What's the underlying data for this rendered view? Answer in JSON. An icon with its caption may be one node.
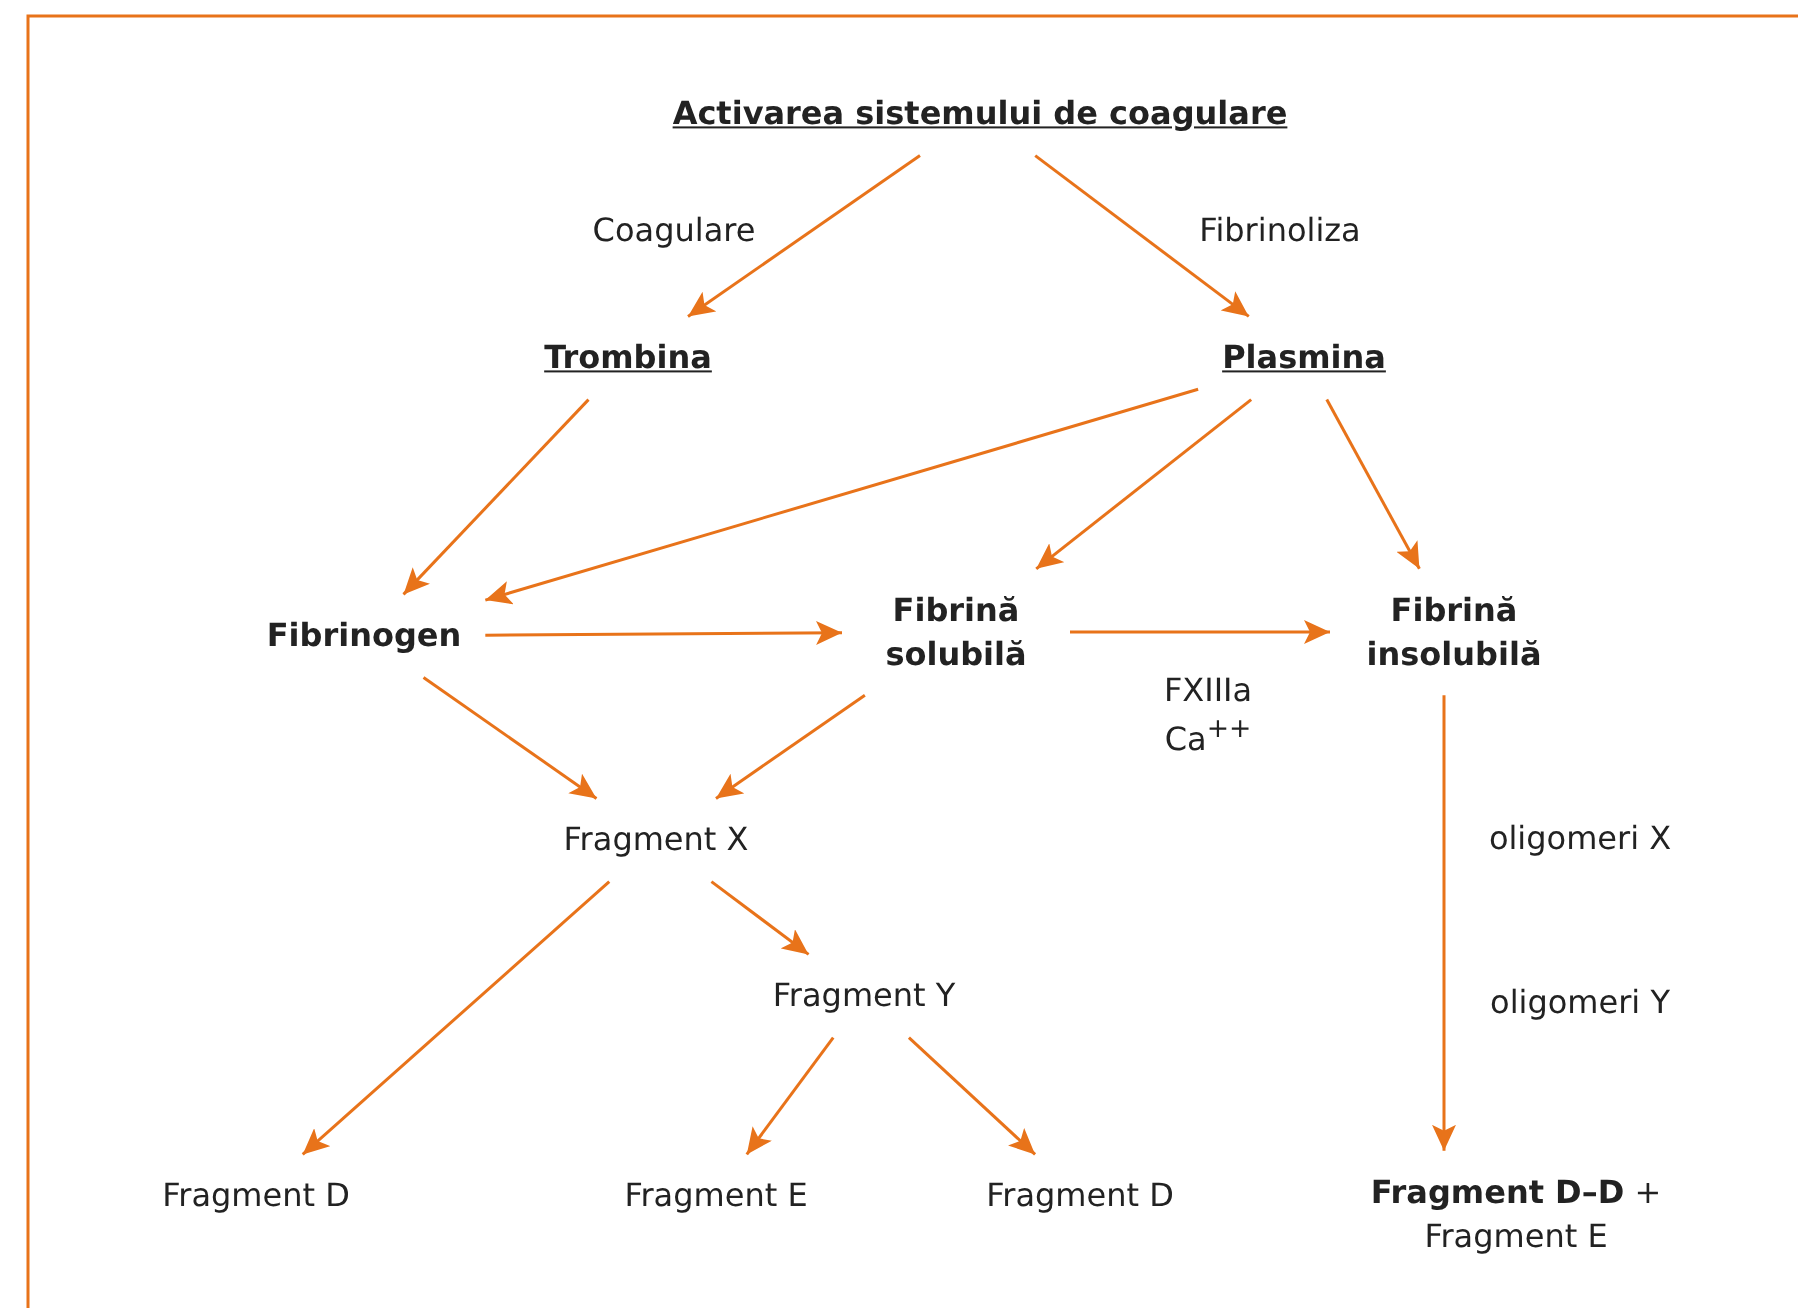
{
  "diagram": {
    "nodes": [
      {
        "text": [
          "Activarea sistemului de coagulare"
        ]
      },
      {
        "text": [
          "Trombina"
        ]
      },
      {
        "text": [
          "Plasmina"
        ]
      },
      {
        "text": [
          "Fibrinogen"
        ]
      },
      {
        "text": [
          "Fibrină solubilă"
        ]
      },
      {
        "text": [
          "Fibrină insolubilă"
        ]
      },
      {
        "text": [
          "Fragment X"
        ]
      },
      {
        "text": [
          "Fragment Y"
        ]
      },
      {
        "text": [
          "Fragment D"
        ]
      },
      {
        "text": [
          "Fragment E"
        ]
      },
      {
        "text": [
          "Fragment D"
        ]
      },
      {
        "text": [
          "**Fragment D–D** + Fragment E"
        ]
      }
    ],
    "edges": [
      {
        "from": 0,
        "to": 1,
        "arrow": "to",
        "label": "Coagulare"
      },
      {
        "from": 0,
        "to": 2,
        "arrow": "to",
        "label": "Fibrinoliza"
      },
      {
        "from": 1,
        "to": 3,
        "arrow": "to"
      },
      {
        "from": 2,
        "to": 3,
        "arrow": "to"
      },
      {
        "from": 2,
        "to": 4,
        "arrow": "to"
      },
      {
        "from": 2,
        "to": 5,
        "arrow": "to"
      },
      {
        "from": 3,
        "to": 4,
        "arrow": "to"
      },
      {
        "from": 4,
        "to": 5,
        "arrow": "to",
        "label": "FXIIIa Ca$^{++}$"
      },
      {
        "from": 3,
        "to": 6,
        "arrow": "to"
      },
      {
        "from": 4,
        "to": 6,
        "arrow": "to"
      },
      {
        "from": 6,
        "to": 8,
        "arrow": "to"
      },
      {
        "from": 6,
        "to": 7,
        "arrow": "to"
      },
      {
        "from": 7,
        "to": 9,
        "arrow": "to"
      },
      {
        "from": 7,
        "to": 10,
        "arrow": "to"
      },
      {
        "from": 5,
        "to": 11,
        "arrow": "to"
      }
    ],
    "labels": [
      "oligomeri X",
      "oligomeri Y"
    ]
  }
}
